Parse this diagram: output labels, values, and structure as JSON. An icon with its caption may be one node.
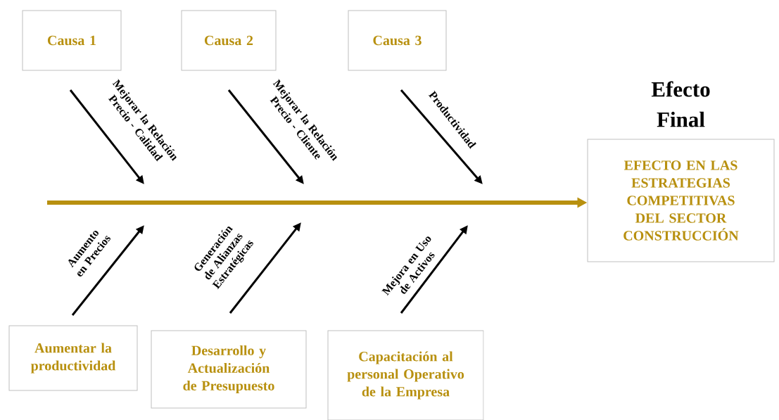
{
  "diagram": {
    "nodes": [
      {
        "text": [
          "Causa 1"
        ]
      },
      {
        "text": [
          "Causa 2"
        ]
      },
      {
        "text": [
          "Causa 3"
        ]
      },
      {
        "text": [
          "Efecto Final",
          "EFECTO EN LAS ESTRATEGIAS COMPETITIVAS DEL SECTOR CONSTRUCCIÓN"
        ]
      },
      {
        "text": [
          "Aumentar la productividad"
        ]
      },
      {
        "text": [
          "Desarrollo y Actualización de Presupuesto"
        ]
      },
      {
        "text": [
          "Capacitación al personal Operativo de la Empresa"
        ]
      }
    ],
    "edges": [
      {
        "from": null,
        "to": 3,
        "arrow": "to"
      }
    ],
    "labels": [
      "Mejorar la Relación Precio - Calidad",
      "Mejorar la Relación Precio - Cliente",
      "Productividad",
      "Aumento en Precios",
      "Generación de Alianzas Estratégicas",
      "Mejora en Uso de Activos"
    ]
  }
}
